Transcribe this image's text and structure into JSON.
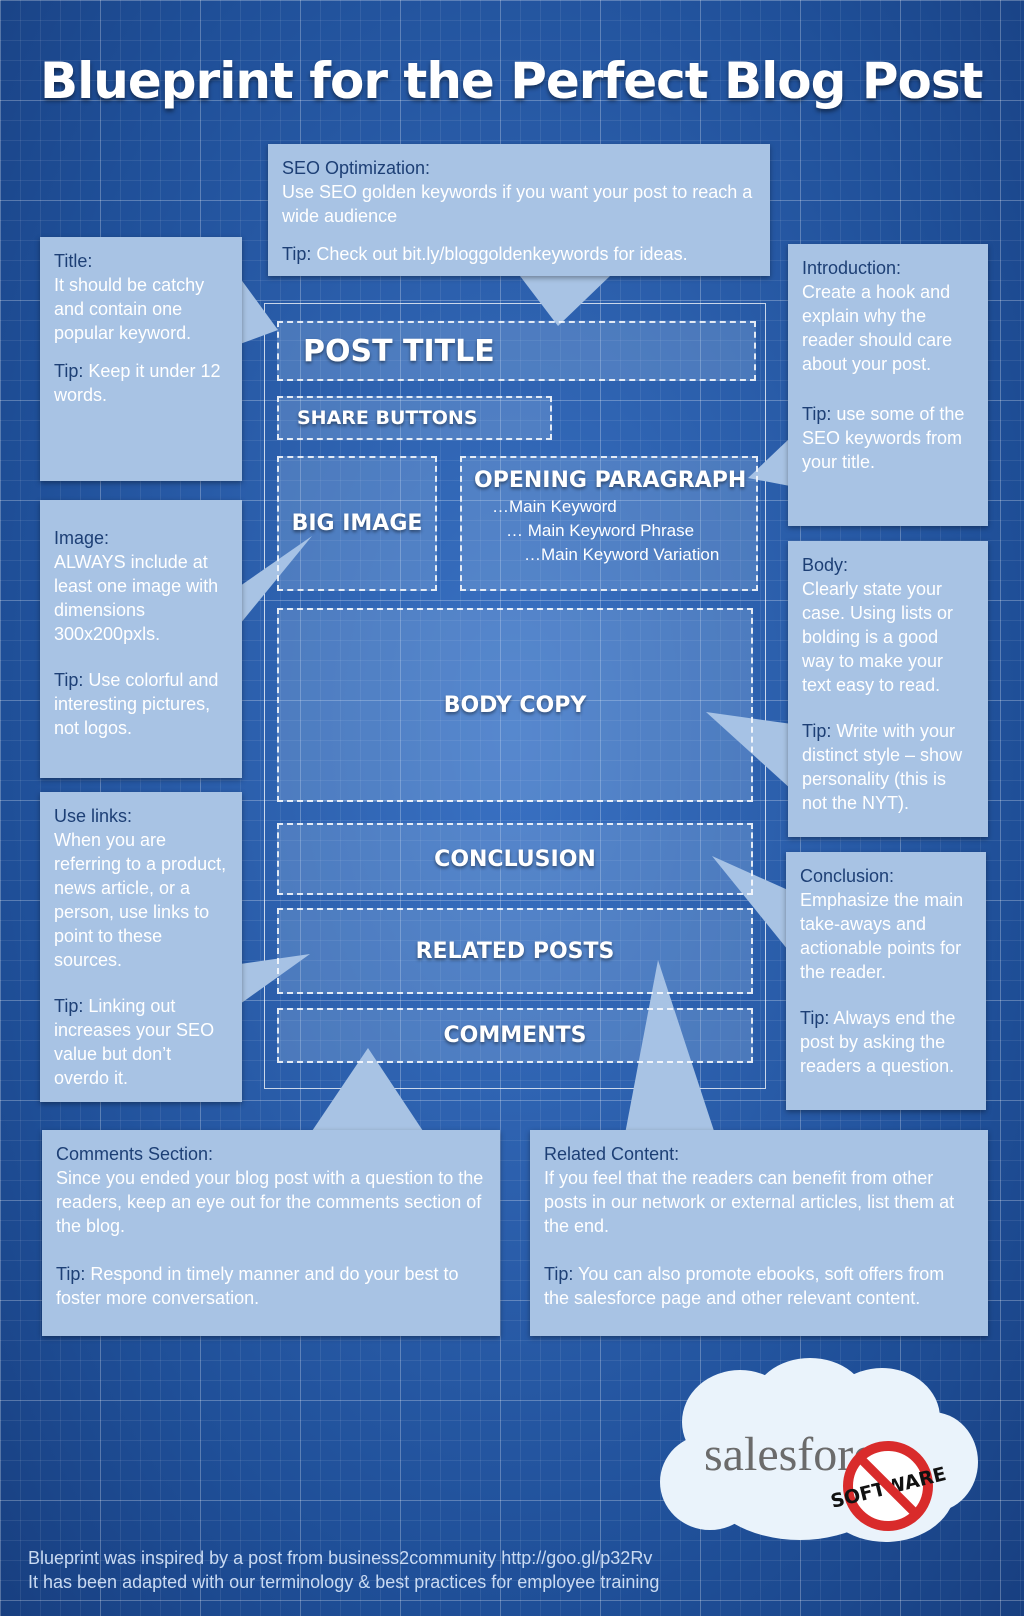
{
  "title": "Blueprint for the Perfect Blog Post",
  "colors": {
    "background": "#2358a6",
    "callout": "#a8c3e4",
    "callout_heading": "#1d3f75",
    "text": "#ffffff"
  },
  "blueprint": {
    "post_title": "POST TITLE",
    "share_buttons": "SHARE BUTTONS",
    "big_image": "BIG IMAGE",
    "opening_paragraph": "OPENING PARAGRAPH",
    "keywords": [
      "…Main Keyword",
      "… Main Keyword Phrase",
      "…Main Keyword Variation"
    ],
    "body_copy": "BODY COPY",
    "conclusion": "CONCLUSION",
    "related_posts": "RELATED POSTS",
    "comments": "COMMENTS"
  },
  "callouts": {
    "seo": {
      "heading": "SEO Optimization:",
      "body": "Use SEO golden keywords if you want your post to reach a wide audience",
      "tip_label": "Tip:",
      "tip": "Check out bit.ly/bloggoldenkeywords for ideas."
    },
    "title": {
      "heading": "Title:",
      "body": "It should be catchy and contain one popular keyword.",
      "tip_label": "Tip:",
      "tip": "Keep it under 12 words."
    },
    "introduction": {
      "heading": "Introduction:",
      "body": "Create a hook and explain why the reader should care about your post.",
      "tip_label": "Tip:",
      "tip": "use some of the SEO keywords from your title."
    },
    "image": {
      "heading": "Image:",
      "body": "ALWAYS include at least one image with dimensions 300x200pxls.",
      "tip_label": "Tip:",
      "tip": "Use colorful and interesting pictures, not logos."
    },
    "body": {
      "heading": "Body:",
      "body": "Clearly state your case. Using lists or bolding is a good way to make your text easy to read.",
      "tip_label": "Tip:",
      "tip": "Write with your distinct style – show personality (this is not the NYT)."
    },
    "links": {
      "heading": "Use links:",
      "body": "When you are referring to a product, news article, or a person, use links to point to these sources.",
      "tip_label": "Tip:",
      "tip": "Linking out increases your SEO value but don’t overdo it."
    },
    "conclusion": {
      "heading": "Conclusion:",
      "body": "Emphasize the main take-aways and actionable points for the reader.",
      "tip_label": "Tip:",
      "tip": "Always end the post by asking the readers a question."
    },
    "comments": {
      "heading": "Comments Section:",
      "body": "Since you ended your blog post with a question to the readers, keep an eye out for the comments section of the blog.",
      "tip_label": "Tip:",
      "tip": "Respond in timely manner and do your best to foster more conversation."
    },
    "related": {
      "heading": "Related Content:",
      "body": "If you feel that the readers can benefit from other posts in our network or external articles, list them at the end.",
      "tip_label": "Tip:",
      "tip": "You can also promote ebooks, soft offers from the salesforce page and other relevant content."
    }
  },
  "footer": {
    "line1": "Blueprint was inspired by a post from business2community http://goo.gl/p32Rv",
    "line2": "It has been adapted with our terminology & best practices for employee training"
  },
  "logo": {
    "brand": "salesforce",
    "badge": "SOFTWARE"
  }
}
